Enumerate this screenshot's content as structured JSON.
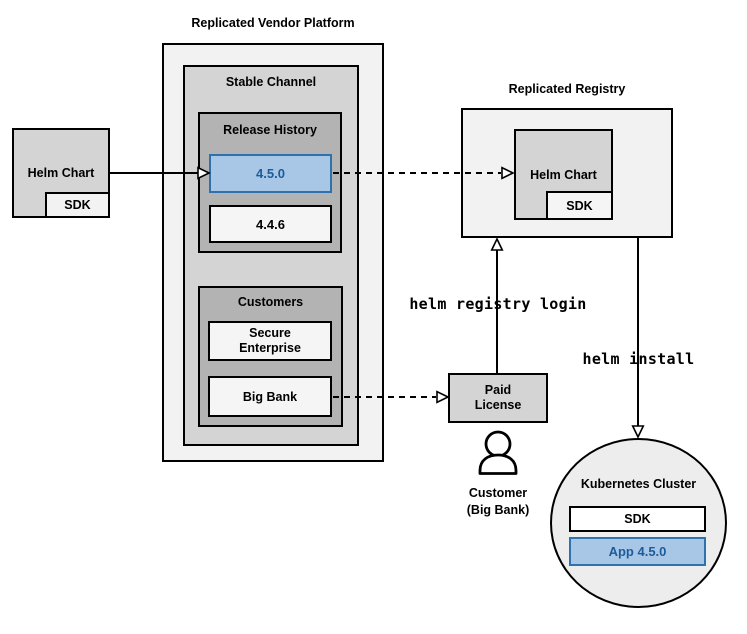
{
  "vendor_platform": {
    "title": "Replicated Vendor Platform",
    "stable_channel": {
      "label": "Stable Channel",
      "release_history": {
        "label": "Release History",
        "releases": [
          {
            "version": "4.5.0",
            "highlighted": true
          },
          {
            "version": "4.4.6",
            "highlighted": false
          }
        ]
      },
      "customers": {
        "label": "Customers",
        "items": [
          {
            "line1": "Secure",
            "line2": "Enterprise"
          },
          {
            "name": "Big Bank"
          }
        ]
      }
    }
  },
  "source_chart": {
    "label": "Helm Chart",
    "sdk": "SDK"
  },
  "registry": {
    "title": "Replicated Registry",
    "chart_label": "Helm Chart",
    "sdk": "SDK"
  },
  "paid_license": {
    "line1": "Paid",
    "line2": "License"
  },
  "customer": {
    "line1": "Customer",
    "line2": "(Big Bank)",
    "icon": "person-icon"
  },
  "commands": {
    "registry_login": "helm registry login",
    "install": "helm install"
  },
  "cluster": {
    "title": "Kubernetes Cluster",
    "sdk": "SDK",
    "app": "App 4.5.0"
  },
  "colors": {
    "container_light": "#f2f2f2",
    "container_mid": "#d4d4d4",
    "container_dark": "#b3b3b3",
    "leaf_light": "#f5f5f5",
    "highlight_fill": "#a8c7e7",
    "highlight_border": "#2e71ad",
    "highlight_text": "#1d5c99",
    "cluster_fill": "#ededed",
    "line_color": "#000000"
  }
}
